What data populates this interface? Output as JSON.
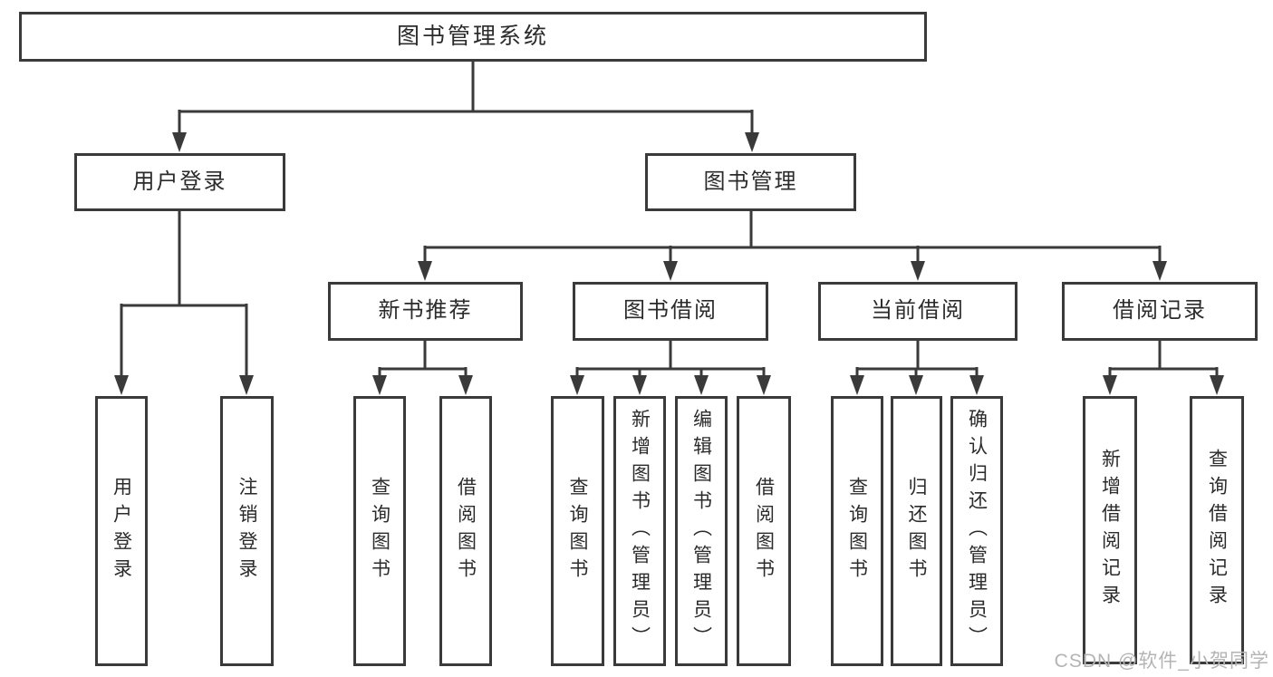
{
  "diagram": {
    "root": {
      "label": "图书管理系统"
    },
    "level2": [
      {
        "label": "用户登录"
      },
      {
        "label": "图书管理"
      }
    ],
    "level3": [
      {
        "label": "新书推荐"
      },
      {
        "label": "图书借阅"
      },
      {
        "label": "当前借阅"
      },
      {
        "label": "借阅记录"
      }
    ],
    "leaves": [
      {
        "label": "用户登录"
      },
      {
        "label": "注销登录"
      },
      {
        "label": "查询图书"
      },
      {
        "label": "借阅图书"
      },
      {
        "label": "查询图书"
      },
      {
        "label": "新增图书（管理员）"
      },
      {
        "label": "编辑图书（管理员）"
      },
      {
        "label": "借阅图书"
      },
      {
        "label": "查询图书"
      },
      {
        "label": "归还图书"
      },
      {
        "label": "确认归还（管理员）"
      },
      {
        "label": "新增借阅记录"
      },
      {
        "label": "查询借阅记录"
      }
    ]
  },
  "watermark": {
    "text": "CSDN @软件_小贺同学"
  },
  "colors": {
    "line": "#3a3a3a",
    "box_border": "#3a3a3a",
    "text": "#2b2b2b",
    "background": "#ffffff",
    "watermark": "#b4b4b4"
  }
}
